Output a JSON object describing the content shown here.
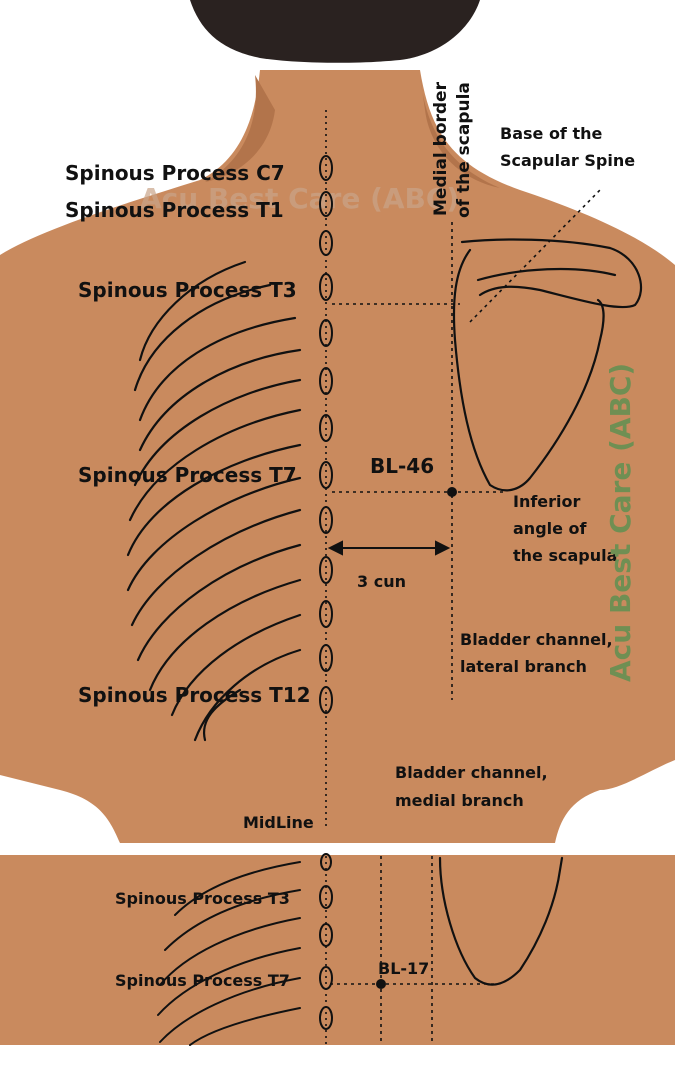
{
  "colors": {
    "skin": "#c98a5e",
    "skin_shadow": "#b2744b",
    "hair": "#2a2220",
    "ink": "#111111",
    "watermark_top": "#c9a58a",
    "watermark_side": "#6f8f53"
  },
  "watermark": {
    "top": "Acu Best Care (ABC)",
    "side": "Acu Best Care (ABC)"
  },
  "labels": {
    "c7": "Spinous Process C7",
    "t1": "Spinous Process T1",
    "t3": "Spinous Process T3",
    "t7": "Spinous Process T7",
    "t12": "Spinous Process T12",
    "medial_border_1": "Medial border",
    "medial_border_2": "of the scapula",
    "base_spine_1": "Base of the",
    "base_spine_2": "Scapular Spine",
    "bl46": "BL-46",
    "inferior_1": "Inferior",
    "inferior_2": "angle of",
    "inferior_3": "the scapula",
    "cun": "3 cun",
    "lateral_1": "Bladder channel,",
    "lateral_2": "lateral branch",
    "medial_1": "Bladder channel,",
    "medial_2": "medial branch",
    "midline": "MidLine",
    "inset_t3": "Spinous Process T3",
    "inset_t7": "Spinous Process T7",
    "bl17": "BL-17"
  }
}
